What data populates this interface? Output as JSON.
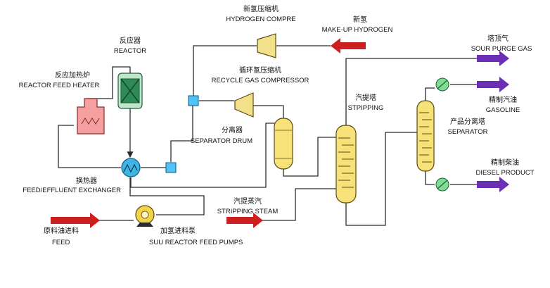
{
  "labels": {
    "reactor_cn": "反应器",
    "reactor_en": "REACTOR",
    "heater_cn": "反应加热炉",
    "heater_en": "REACTOR FEED HEATER",
    "exchanger_cn": "换热器",
    "exchanger_en": "FEED/EFFLUENT EXCHANGER",
    "feed_cn": "原料油进料",
    "feed_en": "FEED",
    "pump_cn": "加氢进料泵",
    "pump_en": "SUU REACTOR FEED PUMPS",
    "h2comp_cn": "新氢压缩机",
    "h2comp_en": "HYDROGEN COMPRE",
    "makeup_cn": "新氢",
    "makeup_en": "MAKE-UP HYDROGEN",
    "recycle_cn": "循环氢压缩机",
    "recycle_en": "RECYCLE GAS COMPRESSOR",
    "drum_cn": "分离器",
    "drum_en": "SEPARATOR DRUM",
    "steam_cn": "汽提蒸汽",
    "steam_en": "STRIPPING STEAM",
    "stripper_cn": "汽提塔",
    "stripper_en": "STPIPPING",
    "separator_cn": "产品分离塔",
    "separator_en": "SEPARATOR",
    "sour_cn": "塔顶气",
    "sour_en": "SOUR PURGE GAS",
    "gasoline_cn": "精制汽油",
    "gasoline_en": "GASOLINE",
    "diesel_cn": "精制柴油",
    "diesel_en": "DIESEL PRODUCT"
  },
  "colors": {
    "feed_arrow": "#cc1f1f",
    "product_arrow": "#6a2fb5",
    "reactor_body": "#bfe6ca",
    "reactor_cat": "#2e8b57",
    "heater": "#f4a0a0",
    "exchanger": "#3fb5e6",
    "compressor": "#f3e08a",
    "column": "#f7e27a",
    "mixer": "#4fc3f7",
    "pump": "#f3d34a"
  }
}
